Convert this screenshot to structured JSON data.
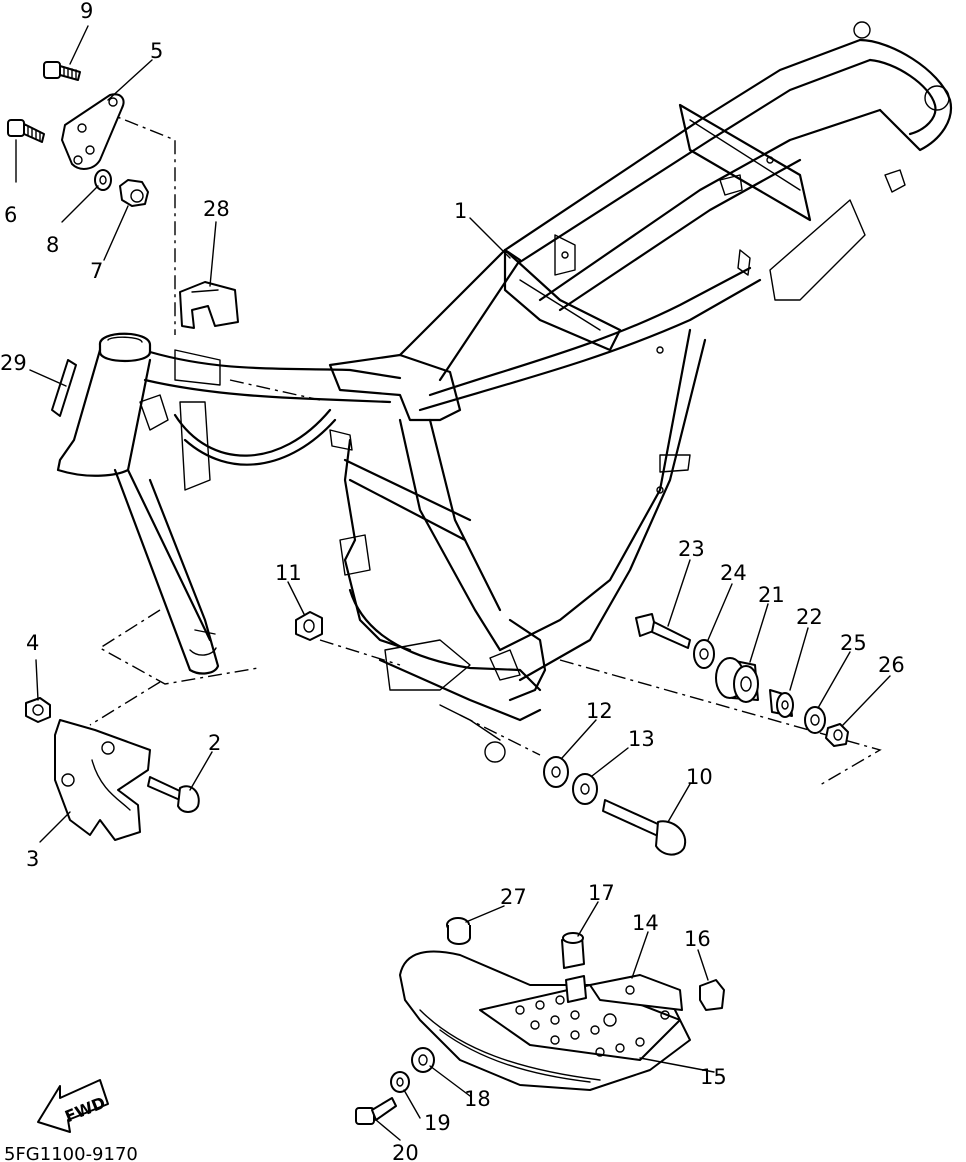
{
  "diagram_code": "5FG1100-9170",
  "fwd_label": "FWD",
  "callouts": [
    {
      "id": "c1",
      "label": "1"
    },
    {
      "id": "c2",
      "label": "2"
    },
    {
      "id": "c3",
      "label": "3"
    },
    {
      "id": "c4",
      "label": "4"
    },
    {
      "id": "c5",
      "label": "5"
    },
    {
      "id": "c6",
      "label": "6"
    },
    {
      "id": "c7",
      "label": "7"
    },
    {
      "id": "c8",
      "label": "8"
    },
    {
      "id": "c9",
      "label": "9"
    },
    {
      "id": "c10",
      "label": "10"
    },
    {
      "id": "c11",
      "label": "11"
    },
    {
      "id": "c12",
      "label": "12"
    },
    {
      "id": "c13",
      "label": "13"
    },
    {
      "id": "c14",
      "label": "14"
    },
    {
      "id": "c15",
      "label": "15"
    },
    {
      "id": "c16",
      "label": "16"
    },
    {
      "id": "c17",
      "label": "17"
    },
    {
      "id": "c18",
      "label": "18"
    },
    {
      "id": "c19",
      "label": "19"
    },
    {
      "id": "c20",
      "label": "20"
    },
    {
      "id": "c21",
      "label": "21"
    },
    {
      "id": "c22",
      "label": "22"
    },
    {
      "id": "c23",
      "label": "23"
    },
    {
      "id": "c24",
      "label": "24"
    },
    {
      "id": "c25",
      "label": "25"
    },
    {
      "id": "c26",
      "label": "26"
    },
    {
      "id": "c27",
      "label": "27"
    },
    {
      "id": "c28",
      "label": "28"
    },
    {
      "id": "c29",
      "label": "29"
    }
  ]
}
